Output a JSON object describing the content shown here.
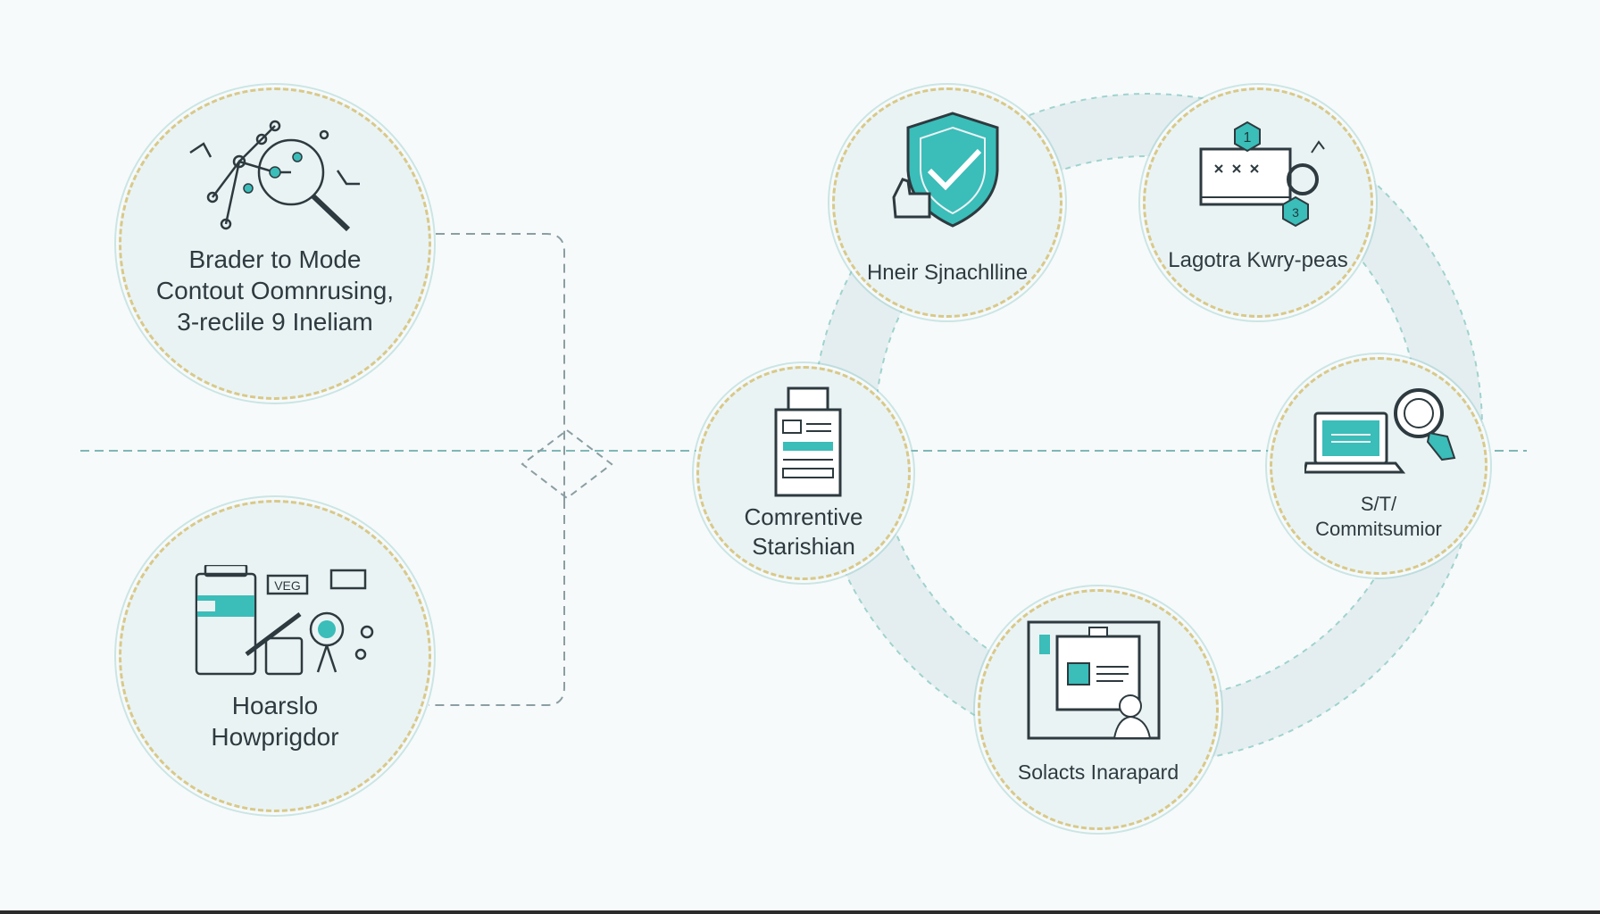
{
  "colors": {
    "teal": "#3bbdb9",
    "dark_teal": "#1f6f73",
    "outline": "#2d3a3f",
    "ring": "#e6eff0",
    "dash_gold": "#d8c98a"
  },
  "left_nodes": [
    {
      "id": "top",
      "text": "Brader to Mode\nContout Oomnrusing,\n3-reclile 9 Ineliam",
      "icon": "search-network-icon"
    },
    {
      "id": "bottom",
      "text": "Hoarslo\nHowprigdor",
      "icon": "tools-icon",
      "sign_text": "VEG"
    }
  ],
  "cycle_nodes": [
    {
      "id": "shield",
      "text": "Hneir Sjnachlline",
      "icon": "shield-check-icon"
    },
    {
      "id": "chart",
      "text": "Lagotra Kwry-peas",
      "icon": "chart-ring-icon",
      "badges": [
        "1",
        "3"
      ]
    },
    {
      "id": "laptop",
      "text": "S/T/\nCommitsumior",
      "icon": "laptop-magnifier-icon"
    },
    {
      "id": "board",
      "text": "Solacts Inarapard",
      "icon": "presentation-board-icon"
    },
    {
      "id": "docs",
      "text": "Comrentive\nStarishian",
      "icon": "document-stack-icon"
    }
  ]
}
